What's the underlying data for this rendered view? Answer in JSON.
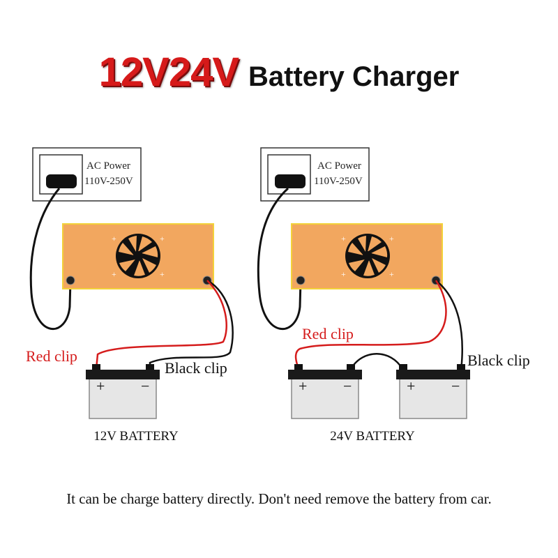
{
  "title": {
    "main": "12V24V",
    "sub": "Battery Charger"
  },
  "colors": {
    "title_red": "#d61a1a",
    "charger_body": "#f2a75f",
    "charger_border": "#f3d23a",
    "red_wire": "#d51c1c",
    "black_wire": "#111111",
    "battery_body": "#e6e6e6"
  },
  "power_box": {
    "label_line1": "AC Power",
    "label_line2": "110V-250V"
  },
  "diagram_12v": {
    "red_clip_label": "Red clip",
    "black_clip_label": "Black clip",
    "battery_label": "12V BATTERY",
    "plus": "+",
    "minus": "−"
  },
  "diagram_24v": {
    "red_clip_label": "Red clip",
    "black_clip_label": "Black clip",
    "battery_label": "24V BATTERY",
    "plus": "+",
    "minus": "−"
  },
  "footer": "It can be charge battery directly. Don't need remove the battery from car."
}
